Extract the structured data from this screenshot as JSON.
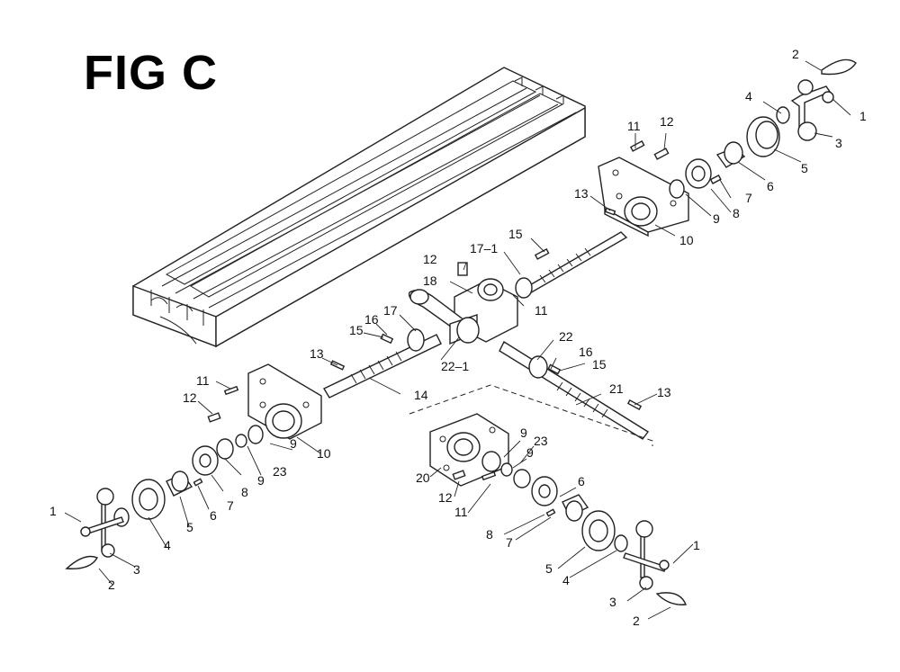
{
  "figure": {
    "title": "FIG C"
  },
  "labels": {
    "l_2_tr": "2",
    "l_1_tr": "1",
    "l_4_tr": "4",
    "l_3_tr": "3",
    "l_5_tr": "5",
    "l_6_tr": "6",
    "l_7_tr": "7",
    "l_8_tr": "8",
    "l_9_tr": "9",
    "l_10_tr": "10",
    "l_11_tr": "11",
    "l_12_tr": "12",
    "l_13_tr": "13",
    "l_15_tr": "15",
    "l_17_1": "17–1",
    "l_12_mid": "12",
    "l_18": "18",
    "l_11_mid": "11",
    "l_16_l": "16",
    "l_17": "17",
    "l_15_l": "15",
    "l_13_l": "13",
    "l_14": "14",
    "l_22": "22",
    "l_22_1": "22–1",
    "l_16_r": "16",
    "l_15_r": "15",
    "l_21": "21",
    "l_13_r": "13",
    "l_11_l": "11",
    "l_12_l": "12",
    "l_10_l": "10",
    "l_9_l": "9",
    "l_23_l": "23",
    "l_9_l2": "9",
    "l_8_l": "8",
    "l_7_l": "7",
    "l_6_l": "6",
    "l_5_l": "5",
    "l_4_l": "4",
    "l_3_l": "3",
    "l_1_l": "1",
    "l_2_l": "2",
    "l_9_b": "9",
    "l_23_b": "23",
    "l_9_b2": "9",
    "l_20": "20",
    "l_12_b": "12",
    "l_11_b": "11",
    "l_6_b": "6",
    "l_8_b": "8",
    "l_7_b": "7",
    "l_5_b": "5",
    "l_4_b": "4",
    "l_1_b": "1",
    "l_3_b": "3",
    "l_2_b": "2"
  }
}
